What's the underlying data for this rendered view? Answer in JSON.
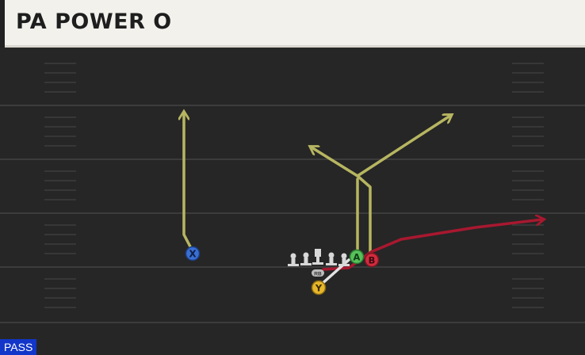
{
  "play": {
    "title": "PA POWER O",
    "type_badge": "PASS"
  },
  "players": {
    "x": "X",
    "a": "A",
    "b": "B",
    "y": "Y",
    "rb": "RB"
  },
  "colors": {
    "field": "#262626",
    "yard_line": "#3c3c3c",
    "route_primary": "#b7b661",
    "route_secondary": "#a8182f",
    "route_block": "#e3e3e3",
    "player_x": "#3a6fd4",
    "player_a": "#56c15a",
    "player_b": "#d22b3e",
    "player_y": "#e6b72c",
    "badge": "#1236c9"
  }
}
